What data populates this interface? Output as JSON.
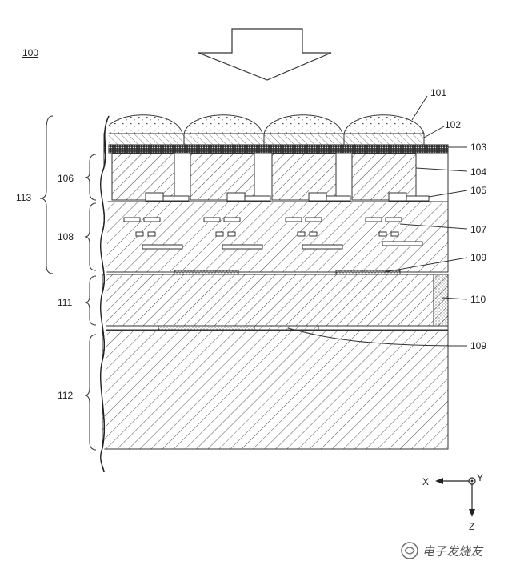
{
  "figure": {
    "ref_main": "100",
    "labels": {
      "l101": "101",
      "l102": "102",
      "l103": "103",
      "l104": "104",
      "l105": "105",
      "l106": "106",
      "l107": "107",
      "l108": "108",
      "l109a": "109",
      "l109b": "109",
      "l110": "110",
      "l111": "111",
      "l112": "112",
      "l113": "113"
    },
    "axes": {
      "x": "X",
      "y": "Y",
      "z": "Z"
    },
    "watermark": "电子发烧友",
    "colors": {
      "line": "#333333",
      "dot": "#222222",
      "background": "#ffffff"
    }
  }
}
